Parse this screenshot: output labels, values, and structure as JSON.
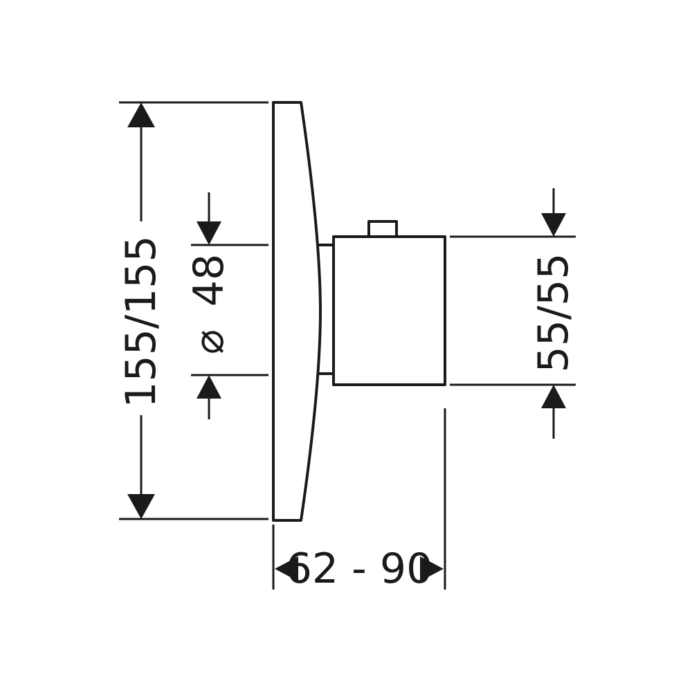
{
  "dimensions": {
    "height": "155/155",
    "diameter_symbol": "⌀",
    "diameter_value": "48",
    "knob_height": "55/55",
    "depth": "62 - 90"
  }
}
